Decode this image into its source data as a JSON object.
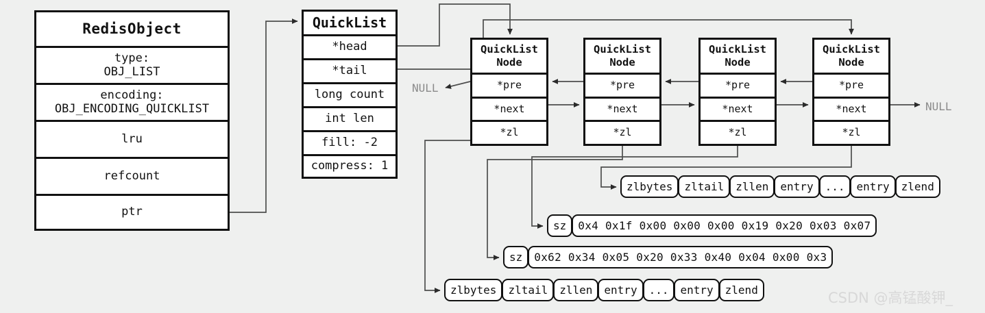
{
  "diagram": {
    "title": "Redis quicklist memory layout",
    "background": "#eff0ef",
    "line_color": "#4d4d4d",
    "box_border": "#111111",
    "null_color": "#8a8a8a"
  },
  "redis_object": {
    "title": "RedisObject",
    "fields": [
      "type:\nOBJ_LIST",
      "encoding:\nOBJ_ENCODING_QUICKLIST",
      "lru",
      "refcount",
      "ptr"
    ]
  },
  "quicklist": {
    "title": "QuickList",
    "fields": [
      "*head",
      "*tail",
      "long count",
      "int len",
      "fill: -2",
      "compress: 1"
    ]
  },
  "quicklist_nodes": [
    {
      "title": "QuickList\nNode",
      "fields": [
        "*pre",
        "*next",
        "*zl"
      ]
    },
    {
      "title": "QuickList\nNode",
      "fields": [
        "*pre",
        "*next",
        "*zl"
      ]
    },
    {
      "title": "QuickList\nNode",
      "fields": [
        "*pre",
        "*next",
        "*zl"
      ]
    },
    {
      "title": "QuickList\nNode",
      "fields": [
        "*pre",
        "*next",
        "*zl"
      ]
    }
  ],
  "ziplists": [
    {
      "id": "ziplist-top",
      "cells": [
        "zlbytes",
        "zltail",
        "zllen",
        "entry",
        "...",
        "entry",
        "zlend"
      ]
    },
    {
      "id": "ziplist-bottom",
      "cells": [
        "zlbytes",
        "zltail",
        "zllen",
        "entry",
        "...",
        "entry",
        "zlend"
      ]
    }
  ],
  "byte_rows": [
    {
      "id": "bytes-row-1",
      "label": "sz",
      "bytes": "0x4 0x1f 0x00 0x00 0x00 0x19 0x20 0x03 0x07"
    },
    {
      "id": "bytes-row-2",
      "label": "sz",
      "bytes": "0x62 0x34 0x05 0x20 0x33 0x40 0x04 0x00 0x3"
    }
  ],
  "labels": {
    "null_left": "NULL",
    "null_right": "NULL"
  },
  "watermark": "CSDN @高锰酸钾_"
}
